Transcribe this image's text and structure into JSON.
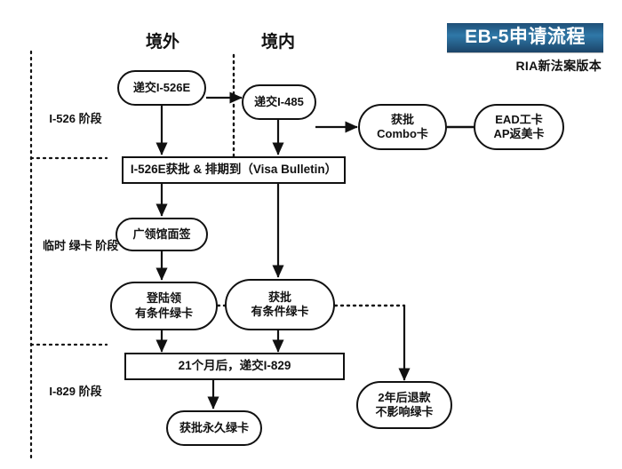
{
  "title": {
    "banner": "EB-5申请流程",
    "subtitle": "RIA新法案版本",
    "banner_color": "#2a6a97",
    "text_color": "#ffffff"
  },
  "columns": [
    {
      "id": "overseas",
      "label": "境外"
    },
    {
      "id": "domestic",
      "label": "境内"
    }
  ],
  "stages": [
    {
      "id": "i526",
      "line1": "I-526",
      "line2": "阶段",
      "line3": ""
    },
    {
      "id": "temp-green-card",
      "line1": "临时",
      "line2": "绿卡",
      "line3": "阶段"
    },
    {
      "id": "i829",
      "line1": "I-829",
      "line2": "阶段",
      "line3": ""
    }
  ],
  "nodes": {
    "submit_i526e": {
      "line1": "递交I-526E",
      "line2": ""
    },
    "submit_i485": {
      "line1": "递交I-485",
      "line2": ""
    },
    "approved_combo": {
      "line1": "获批",
      "line2": "Combo卡"
    },
    "ead_ap": {
      "line1": "EAD工卡",
      "line2": "AP返美卡"
    },
    "i526e_approved_priority": {
      "line1": "I-526E获批 & 排期到（Visa Bulletin）",
      "line2": ""
    },
    "consulate_interview": {
      "line1": "广领馆面签",
      "line2": ""
    },
    "land_conditional_gc": {
      "line1": "登陆领",
      "line2": "有条件绿卡"
    },
    "approved_conditional_gc": {
      "line1": "获批",
      "line2": "有条件绿卡"
    },
    "submit_i829": {
      "line1": "21个月后，递交I-829",
      "line2": ""
    },
    "refund_2y": {
      "line1": "2年后退款",
      "line2": "不影响绿卡"
    },
    "permanent_gc": {
      "line1": "获批永久绿卡",
      "line2": ""
    }
  },
  "diagram": {
    "type": "flowchart",
    "line_color": "#111111",
    "divider_style": "dotted",
    "edges": [
      {
        "from": "submit_i526e",
        "to": "submit_i485",
        "style": "solid-arrow"
      },
      {
        "from": "submit_i526e",
        "to": "i526e_approved_priority",
        "style": "solid-arrow"
      },
      {
        "from": "submit_i485",
        "to": "approved_combo",
        "style": "solid-arrow"
      },
      {
        "from": "submit_i485",
        "to": "i526e_approved_priority",
        "style": "solid-arrow"
      },
      {
        "from": "approved_combo",
        "to": "ead_ap",
        "style": "solid-line"
      },
      {
        "from": "i526e_approved_priority",
        "to": "consulate_interview",
        "style": "solid-arrow"
      },
      {
        "from": "i526e_approved_priority",
        "to": "approved_conditional_gc",
        "style": "solid-arrow"
      },
      {
        "from": "consulate_interview",
        "to": "land_conditional_gc",
        "style": "solid-arrow"
      },
      {
        "from": "land_conditional_gc",
        "to": "submit_i829",
        "style": "solid-arrow"
      },
      {
        "from": "approved_conditional_gc",
        "to": "submit_i829",
        "style": "solid-arrow"
      },
      {
        "from": "land_conditional_gc",
        "to": "approved_conditional_gc",
        "style": "dotted-line"
      },
      {
        "from": "approved_conditional_gc",
        "to": "refund_2y",
        "style": "dotted-arrow"
      },
      {
        "from": "submit_i829",
        "to": "permanent_gc",
        "style": "solid-arrow"
      }
    ]
  }
}
